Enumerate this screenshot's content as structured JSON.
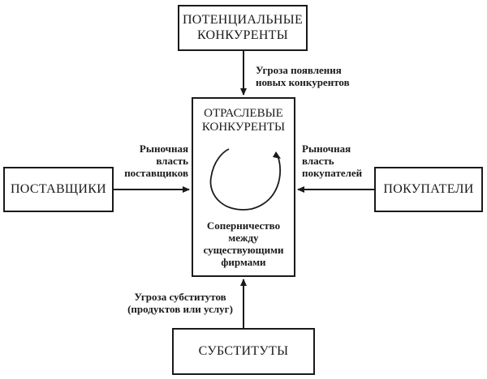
{
  "boxes": {
    "potential": {
      "line1": "ПОТЕНЦИАЛЬНЫЕ",
      "line2": "КОНКУРЕНТЫ"
    },
    "suppliers": {
      "text": "ПОСТАВЩИКИ"
    },
    "buyers": {
      "text": "ПОКУПАТЕЛИ"
    },
    "substitutes": {
      "text": "СУБСТИТУТЫ"
    },
    "industry": {
      "line1": "ОТРАСЛЕВЫЕ",
      "line2": "КОНКУРЕНТЫ",
      "sub1": "Соперничество",
      "sub2": "между",
      "sub3": "существующими",
      "sub4": "фирмами"
    }
  },
  "labels": {
    "new_entrants": {
      "line1": "Угроза появления",
      "line2": "новых конкурентов"
    },
    "supplier_power": {
      "line1": "Рыночная",
      "line2": "власть",
      "line3": "поставщиков"
    },
    "buyer_power": {
      "line1": "Рыночная",
      "line2": "власть",
      "line3": "покупателей"
    },
    "substitutes_threat": {
      "line1": "Угроза субститутов",
      "line2": "(продуктов или услуг)"
    }
  }
}
